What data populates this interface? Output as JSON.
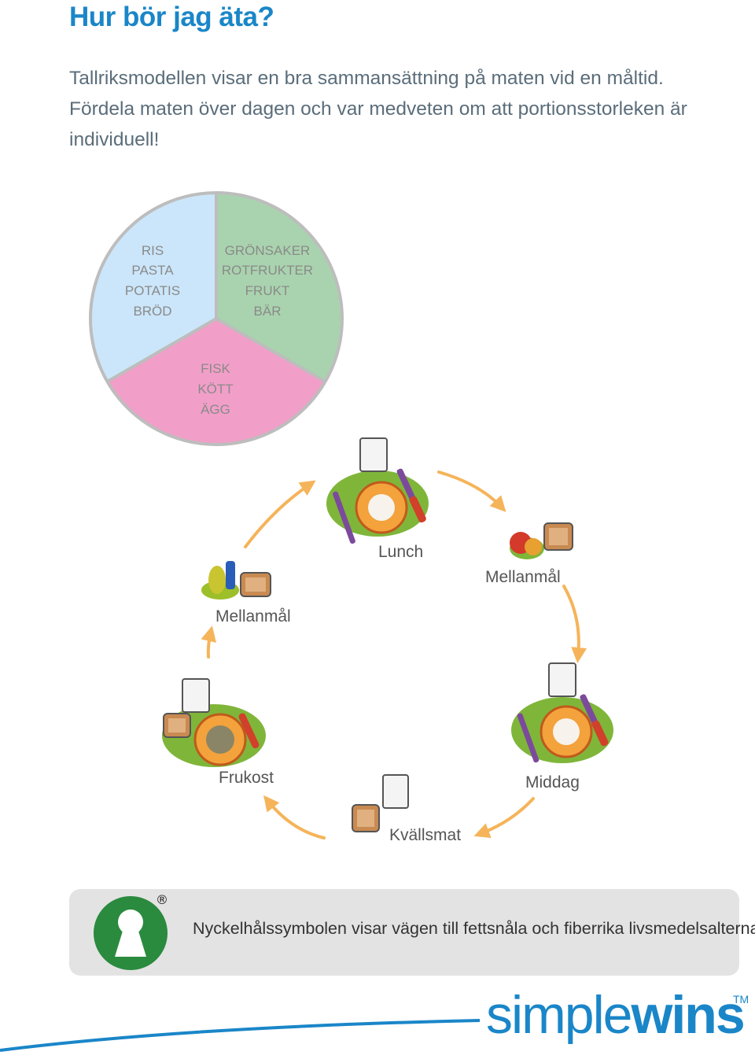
{
  "title": "Hur bör jag äta?",
  "intro": {
    "line1": "Tallriksmodellen visar en bra sammansättning på maten vid en måltid.",
    "line2": "Fördela maten över dagen och var medveten om att portionsstorleken är",
    "line3": "individuell!"
  },
  "plate": {
    "segments": [
      {
        "lines": [
          "RIS",
          "PASTA",
          "POTATIS",
          "BRÖD"
        ],
        "color": "#cbe6fa"
      },
      {
        "lines": [
          "GRÖNSAKER",
          "ROTFRUKTER",
          "FRUKT",
          "BÄR"
        ],
        "color": "#a9d3ae"
      },
      {
        "lines": [
          "FISK",
          "KÖTT",
          "ÄGG"
        ],
        "color": "#f19fc8"
      }
    ],
    "border_color": "#bdbdbd",
    "text_color": "#8a8a8a"
  },
  "meals": {
    "lunch": "Lunch",
    "snack_right": "Mellanmål",
    "snack_left": "Mellanmål",
    "breakfast": "Frukost",
    "dinner": "Middag",
    "evening": "Kvällsmat",
    "arrow_color": "#f5b45a"
  },
  "footer": {
    "reg_mark": "®",
    "text": "Nyckelhålssymbolen visar vägen till fettsnåla och fiberrika livsmedelsalternativ.",
    "symbol": "keyhole-icon",
    "symbol_color": "#2a8a3e"
  },
  "brand": {
    "light": "simple",
    "bold": "wins",
    "tm": "TM",
    "color": "#1a86c8"
  }
}
